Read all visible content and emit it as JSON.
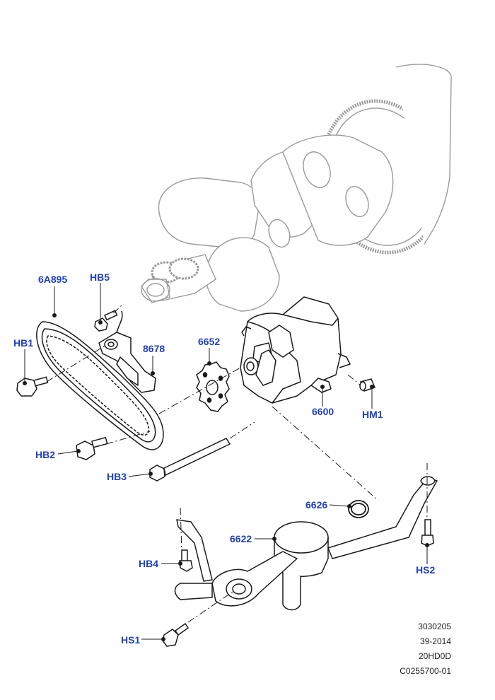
{
  "labels": {
    "timing_chain": "6A895",
    "bolt_hb5": "HB5",
    "bolt_hb1": "HB1",
    "tensioner": "8678",
    "sprocket": "6652",
    "oil_pump": "6600",
    "dowel": "HM1",
    "bolt_hb2": "HB2",
    "bolt_hb3": "HB3",
    "o_ring": "6626",
    "pickup_tube": "6622",
    "bolt_hb4": "HB4",
    "stud_hs2": "HS2",
    "stud_hs1": "HS1"
  },
  "reference": {
    "line1": "3030205",
    "line2": "39-2014",
    "line3": "20HD0D",
    "line4": "C0255700-01"
  },
  "colors": {
    "label": "#1f3fc4",
    "part_dark": "#1a1a1a",
    "part_light": "#9a9a9a"
  }
}
